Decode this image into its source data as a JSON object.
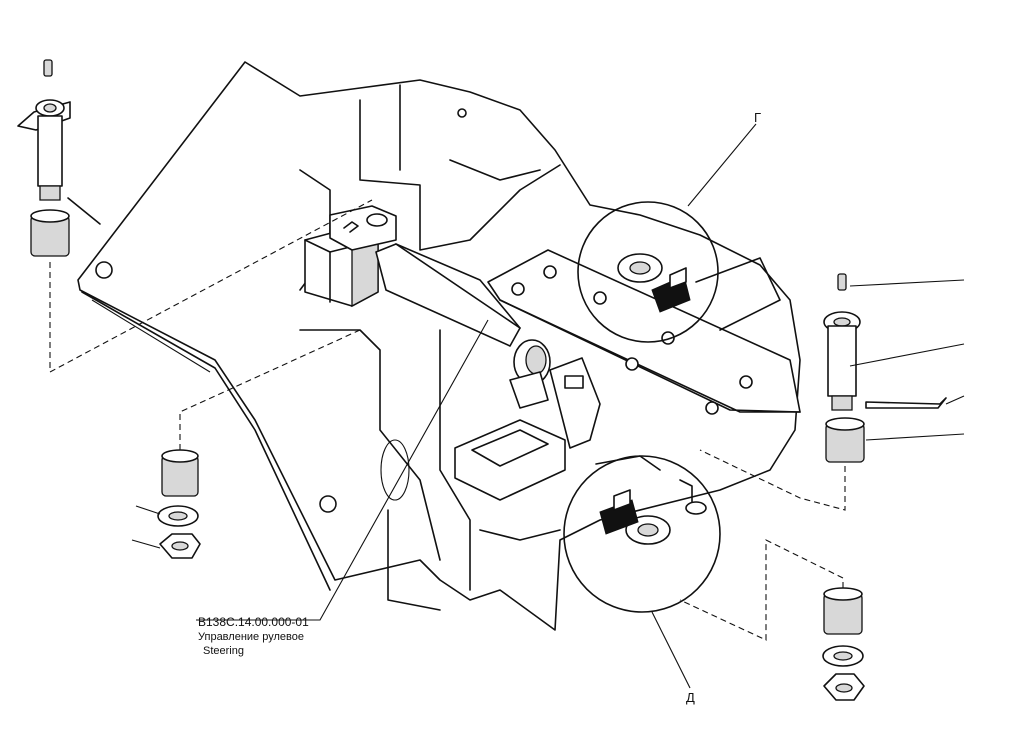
{
  "labels": {
    "callout_g": "Г",
    "callout_d": "Д",
    "part_number": "В138С.14.00.000-01",
    "part_name_ru": "Управление рулевое",
    "part_name_en": "Steering"
  }
}
